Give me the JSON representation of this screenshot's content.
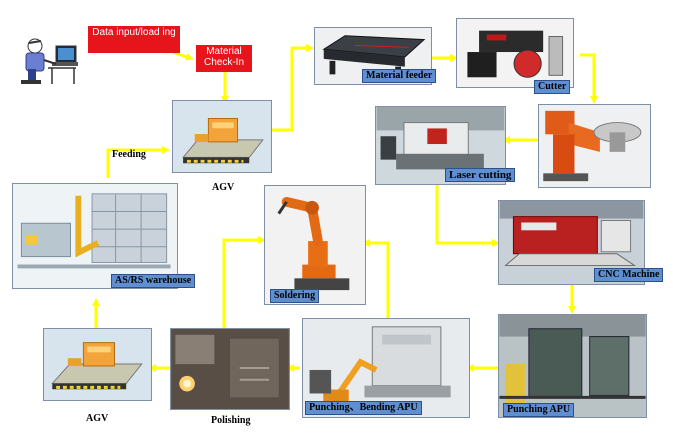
{
  "colors": {
    "arrow": "#ffff00",
    "caption_box": "#5f8fd0",
    "red_box": "#e8141c"
  },
  "icons": {
    "operator": "person-at-computer-icon"
  },
  "steps": {
    "data_input": "Data input/load ing",
    "check_in": "Material Check-In",
    "feeding": "Feeding",
    "agv_top": "AGV",
    "material_feeder": "Material feeder",
    "cutter": "Cutter",
    "laser_cutting": "Laser cutting",
    "cnc_machine": "CNC Machine",
    "as_rs": "AS/RS warehouse",
    "soldering": "Soldering",
    "punching_apu": "Punching APU",
    "punching_bending": "Punching、Bending APU",
    "polishing": "Polishing",
    "agv_bottom": "AGV"
  }
}
